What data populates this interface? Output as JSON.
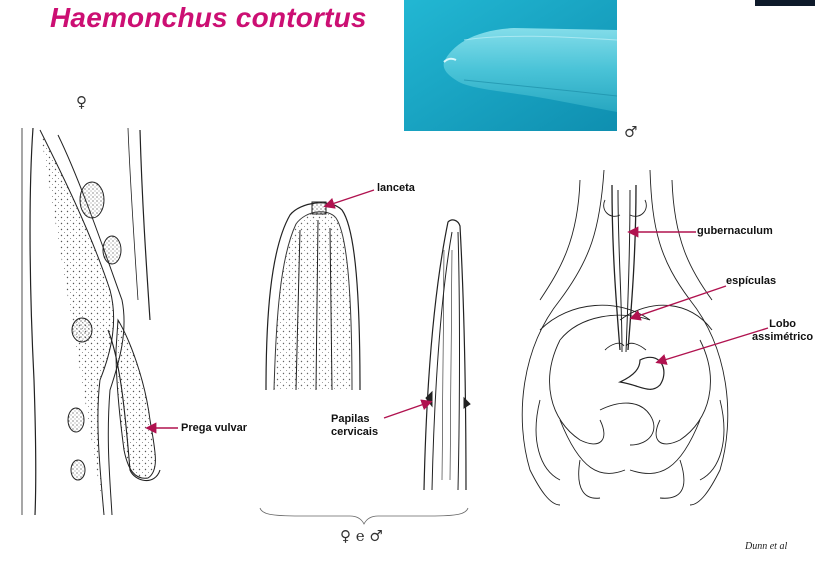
{
  "title": "Haemonchus contortus",
  "symbols": {
    "female": "♀",
    "male": "♂",
    "both": "♀ e ♂"
  },
  "labels": {
    "prega_vulvar": "Prega vulvar",
    "lanceta": "lanceta",
    "papilas_line1": "Papilas",
    "papilas_line2": "cervicais",
    "gubernaculum": "gubernaculum",
    "espiculas": "espículas",
    "lobo_line1": "Lobo",
    "lobo_line2": "assimétrico"
  },
  "credit": "Dunn et al",
  "colors": {
    "title": "#cc0f73",
    "arrow": "#b0124f",
    "photo": "#1aa6c4"
  }
}
